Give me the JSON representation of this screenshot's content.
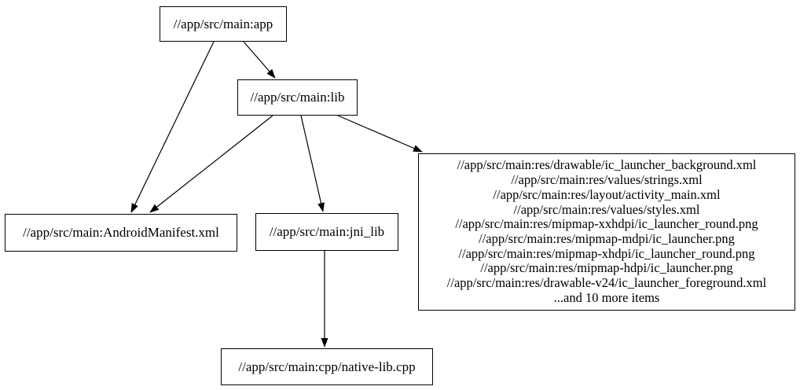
{
  "diagram": {
    "background_color": "#ffffff",
    "line_color": "#000000",
    "nodes": {
      "app": {
        "label": "//app/src/main:app"
      },
      "lib": {
        "label": "//app/src/main:lib"
      },
      "android_manifest": {
        "label": "//app/src/main:AndroidManifest.xml"
      },
      "jni_lib": {
        "label": "//app/src/main:jni_lib"
      },
      "native_lib": {
        "label": "//app/src/main:cpp/native-lib.cpp"
      },
      "resources": {
        "lines": [
          "//app/src/main:res/drawable/ic_launcher_background.xml",
          "//app/src/main:res/values/strings.xml",
          "//app/src/main:res/layout/activity_main.xml",
          "//app/src/main:res/values/styles.xml",
          "//app/src/main:res/mipmap-xxhdpi/ic_launcher_round.png",
          "//app/src/main:res/mipmap-mdpi/ic_launcher.png",
          "//app/src/main:res/mipmap-xhdpi/ic_launcher_round.png",
          "//app/src/main:res/mipmap-hdpi/ic_launcher.png",
          "//app/src/main:res/drawable-v24/ic_launcher_foreground.xml",
          "...and 10 more items"
        ]
      }
    },
    "edges": [
      {
        "from": "app",
        "to": "lib"
      },
      {
        "from": "app",
        "to": "android_manifest"
      },
      {
        "from": "lib",
        "to": "android_manifest"
      },
      {
        "from": "lib",
        "to": "jni_lib"
      },
      {
        "from": "lib",
        "to": "resources"
      },
      {
        "from": "jni_lib",
        "to": "native_lib"
      }
    ]
  }
}
